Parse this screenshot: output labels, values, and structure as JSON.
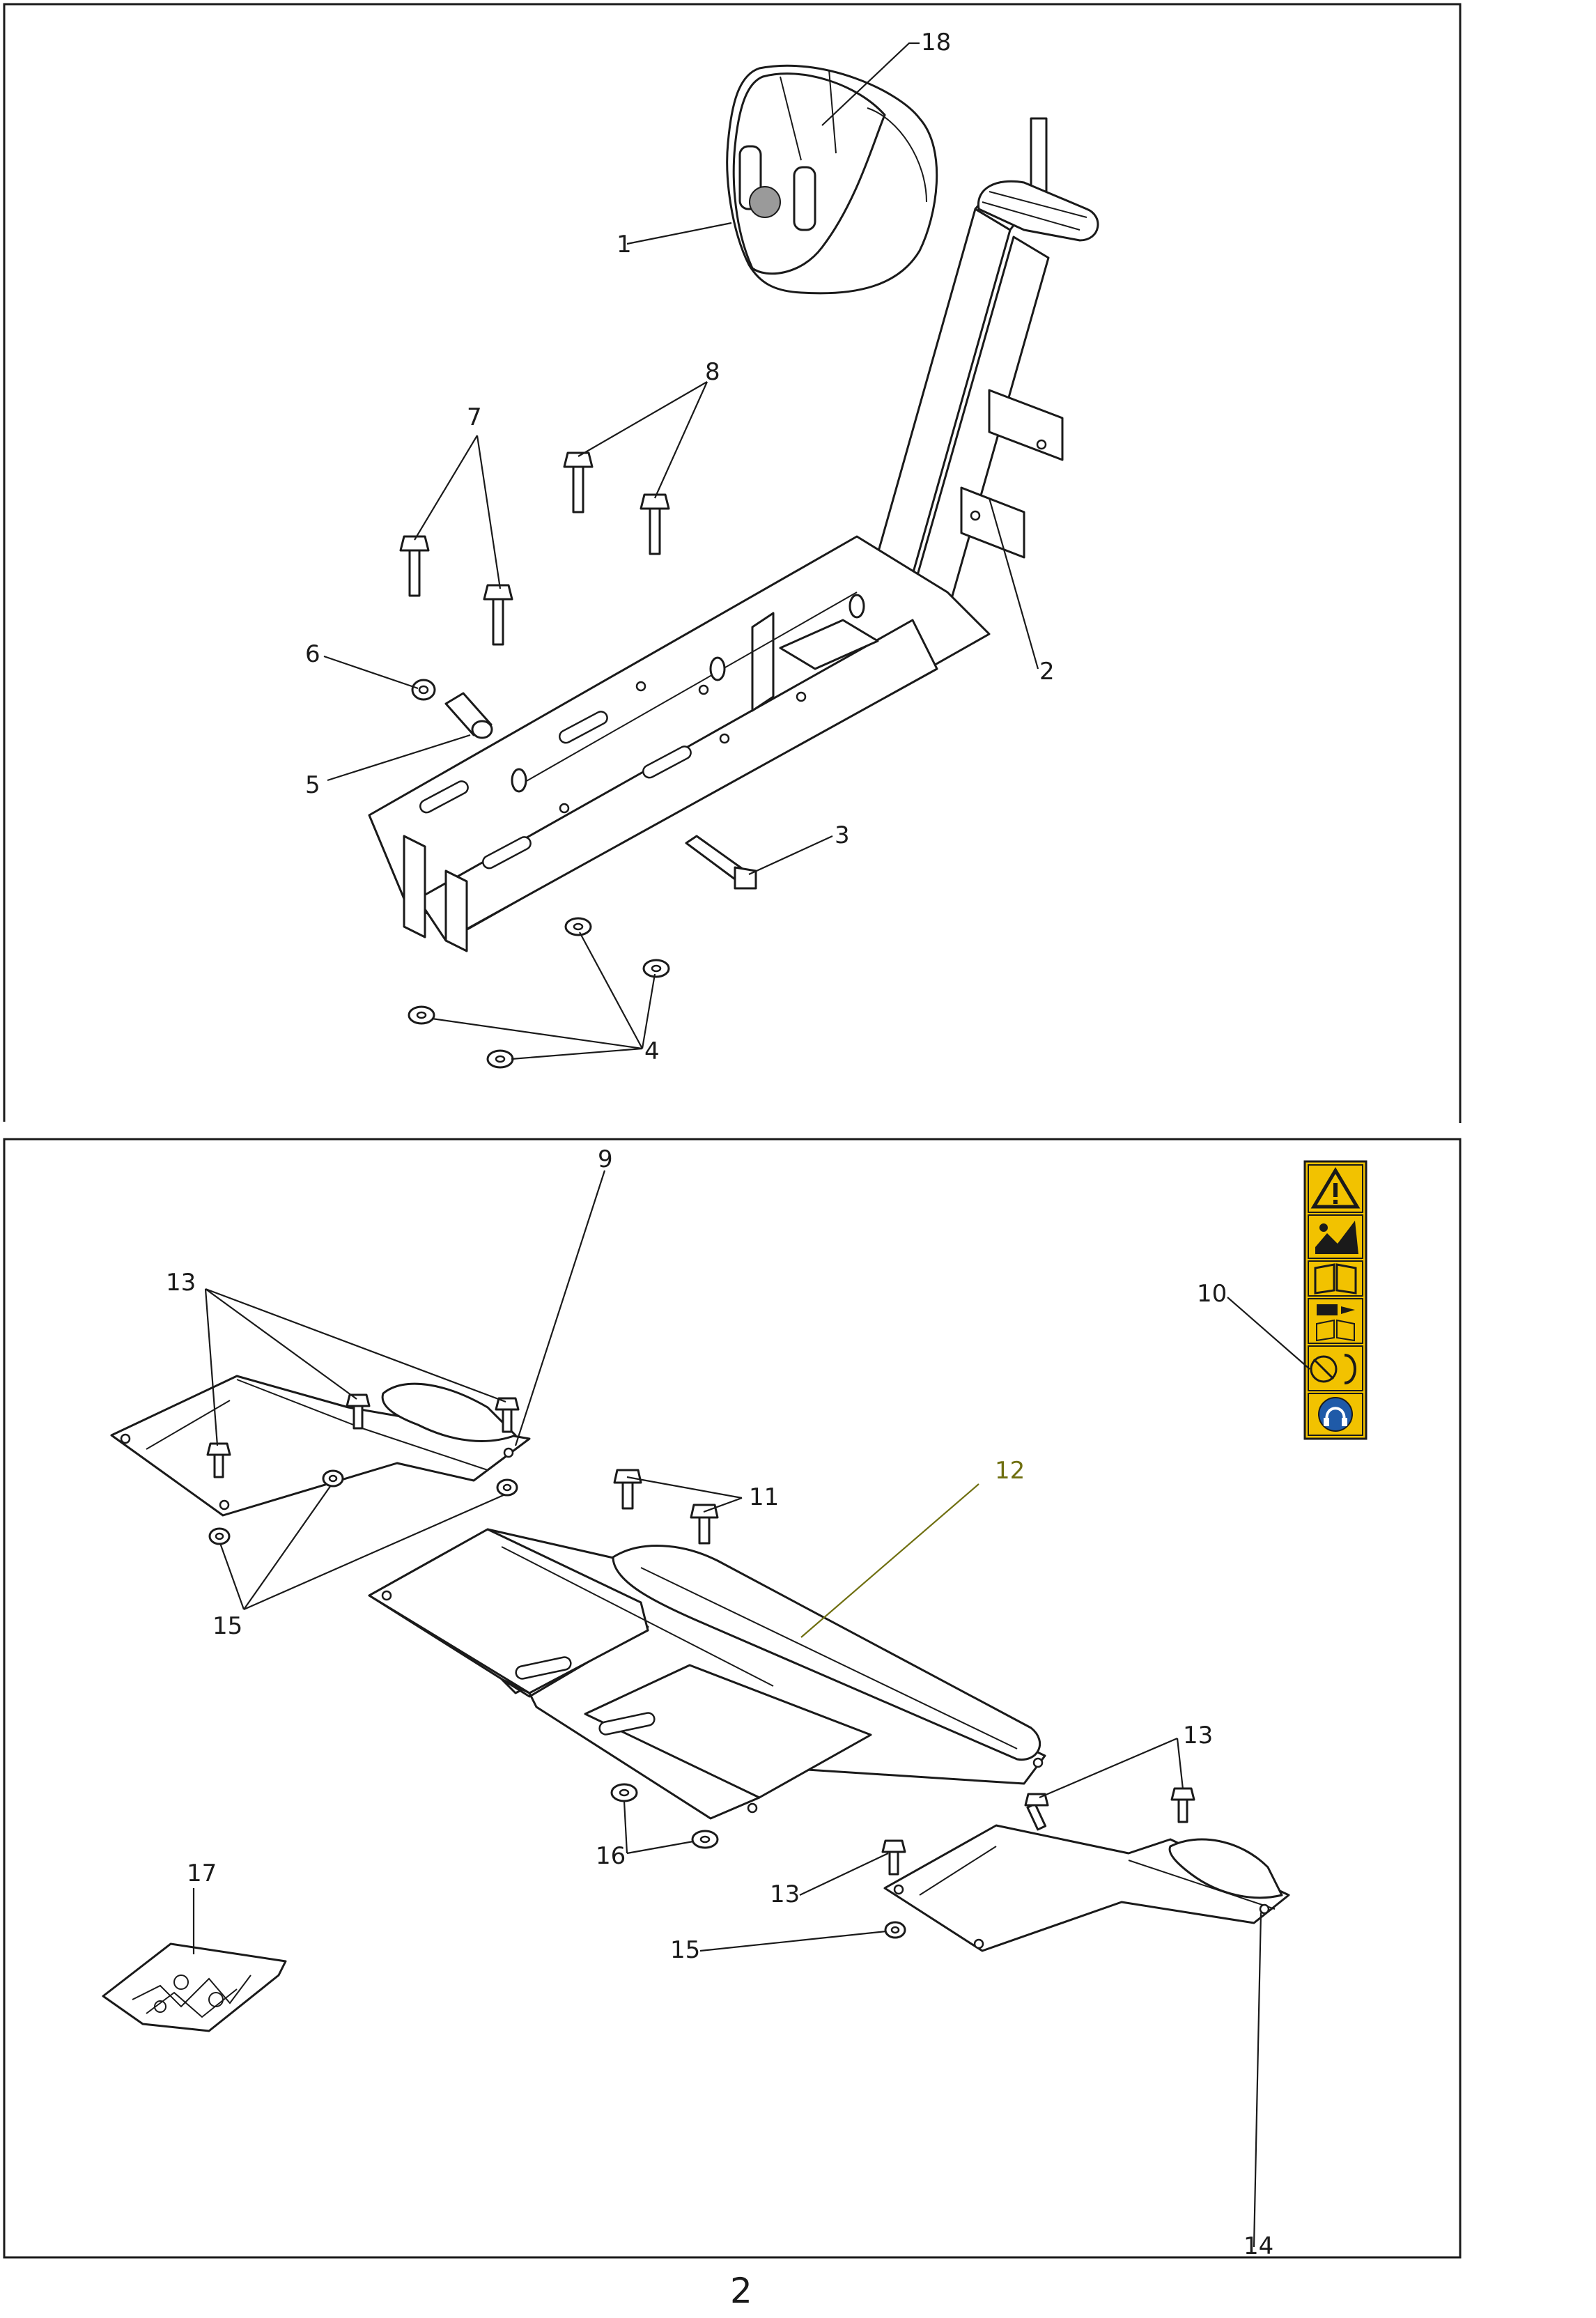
{
  "page_number": "2",
  "top_view_callouts": [
    "18",
    "1",
    "8",
    "7",
    "6",
    "5",
    "2",
    "3",
    "4"
  ],
  "bottom_view_callouts": [
    "9",
    "13",
    "10",
    "12",
    "11",
    "15",
    "13",
    "16",
    "13",
    "17",
    "15",
    "14"
  ],
  "colors": {
    "line": "#1a1a1a",
    "leader_highlight": "#6f6f10",
    "decal_yellow": "#f2c200",
    "decal_blue": "#1f5aa8"
  },
  "icons": [
    "warning-triangle-icon",
    "operator-hazard-icon",
    "manual-book-icon",
    "read-manual-icon",
    "no-riders-icon",
    "hearing-protection-icon"
  ]
}
